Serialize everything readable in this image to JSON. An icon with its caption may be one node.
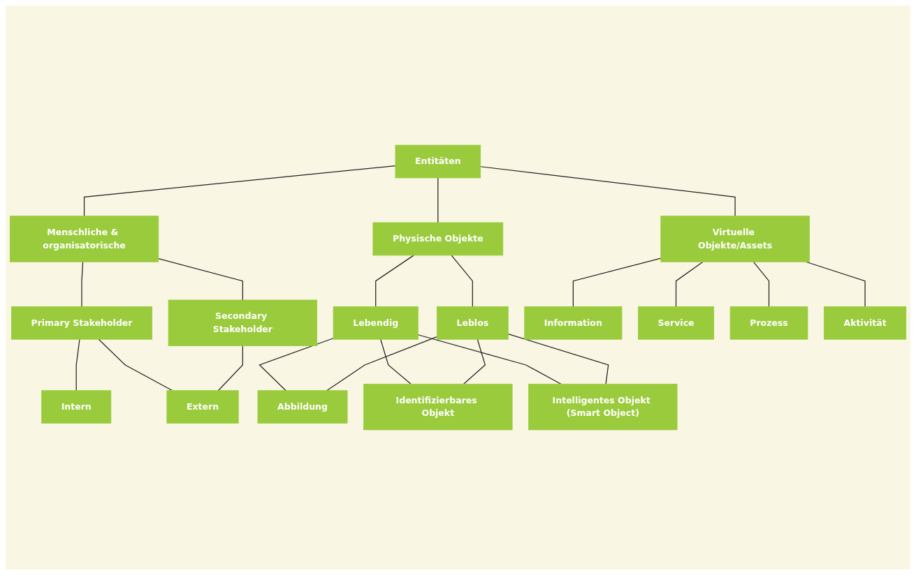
{
  "diagram": {
    "nodes": [
      {
        "text": [
          "Entitäten"
        ]
      },
      {
        "text": [
          "Menschliche & organisatorische"
        ]
      },
      {
        "text": [
          "Physische Objekte"
        ]
      },
      {
        "text": [
          "Virtuelle Objekte/Assets"
        ]
      },
      {
        "text": [
          "Primary Stakeholder"
        ]
      },
      {
        "text": [
          "Secondary Stakeholder"
        ]
      },
      {
        "text": [
          "Lebendig"
        ]
      },
      {
        "text": [
          "Leblos"
        ]
      },
      {
        "text": [
          "Information"
        ]
      },
      {
        "text": [
          "Intern"
        ]
      },
      {
        "text": [
          "Extern"
        ]
      },
      {
        "text": [
          "Service"
        ]
      },
      {
        "text": [
          "Abbildung"
        ]
      },
      {
        "text": [
          "Identifizierbares Objekt"
        ]
      },
      {
        "text": [
          "Intelligentes Objekt (Smart Object)"
        ]
      },
      {
        "text": [
          "Prozess"
        ]
      },
      {
        "text": [
          "Aktivität"
        ]
      }
    ],
    "edges": [
      {
        "from": 0,
        "to": 1,
        "arrow": "none"
      },
      {
        "from": 0,
        "to": 2,
        "arrow": "none"
      },
      {
        "from": 0,
        "to": 3,
        "arrow": "none"
      },
      {
        "from": 1,
        "to": 4,
        "arrow": "none"
      },
      {
        "from": 1,
        "to": 5,
        "arrow": "none"
      },
      {
        "from": 2,
        "to": 6,
        "arrow": "none"
      },
      {
        "from": 2,
        "to": 7,
        "arrow": "none"
      },
      {
        "from": 4,
        "to": 9,
        "arrow": "none"
      },
      {
        "from": 4,
        "to": 10,
        "arrow": "none"
      },
      {
        "from": 5,
        "to": 10,
        "arrow": "none"
      },
      {
        "from": 6,
        "to": 12,
        "arrow": "none"
      },
      {
        "from": 6,
        "to": 13,
        "arrow": "none"
      },
      {
        "from": 6,
        "to": 14,
        "arrow": "none"
      },
      {
        "from": 7,
        "to": 12,
        "arrow": "none"
      },
      {
        "from": 7,
        "to": 13,
        "arrow": "none"
      },
      {
        "from": 7,
        "to": 14,
        "arrow": "none"
      },
      {
        "from": 3,
        "to": 8,
        "arrow": "none"
      },
      {
        "from": 3,
        "to": 11,
        "arrow": "none"
      },
      {
        "from": 3,
        "to": 15,
        "arrow": "none"
      },
      {
        "from": 3,
        "to": 16,
        "arrow": "none"
      }
    ]
  }
}
